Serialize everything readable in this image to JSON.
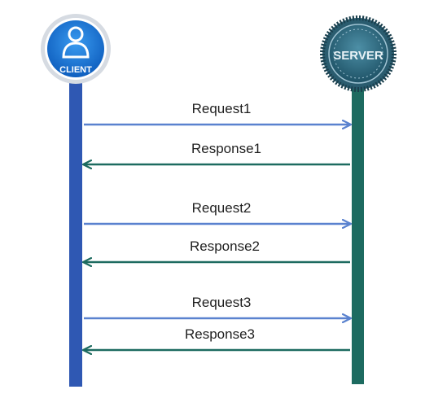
{
  "client": {
    "label": "CLIENT",
    "icon": "person-icon",
    "color": "#2f58b3",
    "badge_color": "#1a7ee0"
  },
  "server": {
    "label": "SERVER",
    "icon": "seal-badge-icon",
    "color": "#1d6b60",
    "badge_color": "#2d6e86"
  },
  "messages": [
    {
      "label": "Request1",
      "direction": "client-to-server"
    },
    {
      "label": "Response1",
      "direction": "server-to-client"
    },
    {
      "label": "Request2",
      "direction": "client-to-server"
    },
    {
      "label": "Response2",
      "direction": "server-to-client"
    },
    {
      "label": "Request3",
      "direction": "client-to-server"
    },
    {
      "label": "Response3",
      "direction": "server-to-client"
    }
  ],
  "colors": {
    "request_arrow": "#5a82cf",
    "response_arrow": "#1d6b60",
    "text": "#1f1f1f"
  }
}
